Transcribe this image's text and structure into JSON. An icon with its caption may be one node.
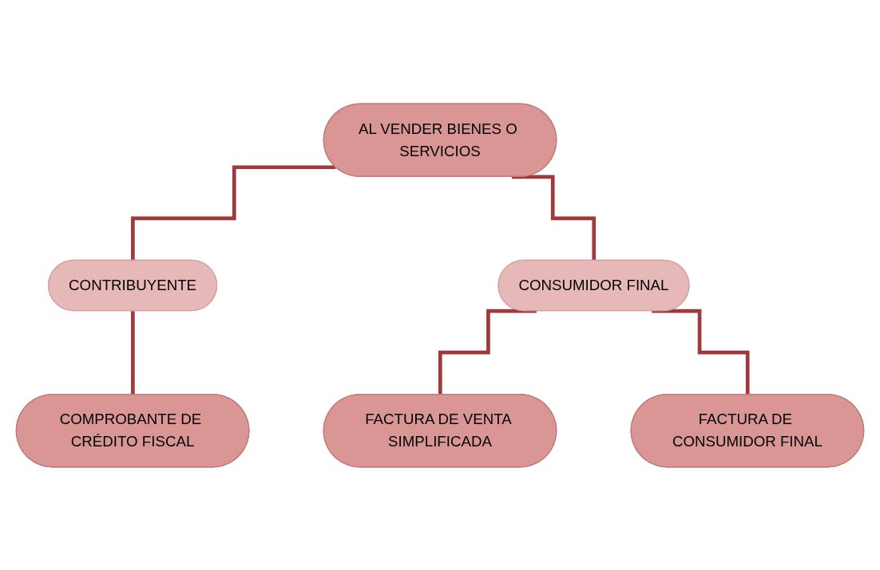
{
  "diagram": {
    "nodes": [
      {
        "text": [
          "AL VENDER BIENES O SERVICIOS"
        ]
      },
      {
        "text": [
          "CONTRIBUYENTE"
        ]
      },
      {
        "text": [
          "CONSUMIDOR FINAL"
        ]
      },
      {
        "text": [
          "COMPROBANTE DE CRÉDITO FISCAL"
        ]
      },
      {
        "text": [
          "FACTURA DE VENTA SIMPLIFICADA"
        ]
      },
      {
        "text": [
          "FACTURA DE CONSUMIDOR FINAL"
        ]
      }
    ],
    "edges": [
      {
        "from": 0,
        "to": 1,
        "arrow": "none"
      },
      {
        "from": 0,
        "to": 2,
        "arrow": "none"
      },
      {
        "from": 1,
        "to": 3,
        "arrow": "none"
      },
      {
        "from": 2,
        "to": 4,
        "arrow": "none"
      },
      {
        "from": 2,
        "to": 5,
        "arrow": "none"
      }
    ]
  }
}
